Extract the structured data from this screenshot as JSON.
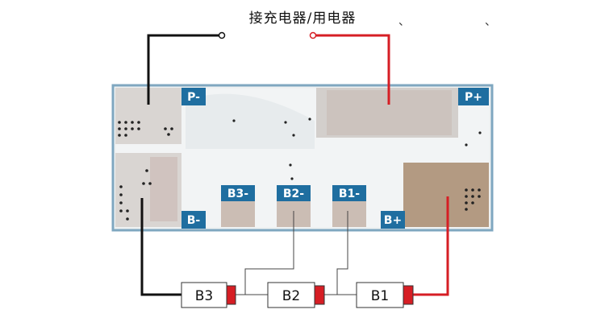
{
  "title": "接充电器/用电器",
  "ticks": [
    "、",
    "、"
  ],
  "board": {
    "p_minus": "P-",
    "p_plus": "P+",
    "b_minus": "B-",
    "b_plus": "B+",
    "b3_tab": "B3-",
    "b2_tab": "B2-",
    "b1_tab": "B1-"
  },
  "cells": [
    "B3",
    "B2",
    "B1"
  ],
  "colors": {
    "board": "#eef1f2",
    "board_edge": "#7fa7c0",
    "pad_silver": "#d9d5d2",
    "pad_copper": "#b39a82",
    "tab_bg": "#1f6ea0",
    "wire_black": "#111111",
    "wire_red": "#d61e24",
    "cell_cap": "#d61e24"
  }
}
